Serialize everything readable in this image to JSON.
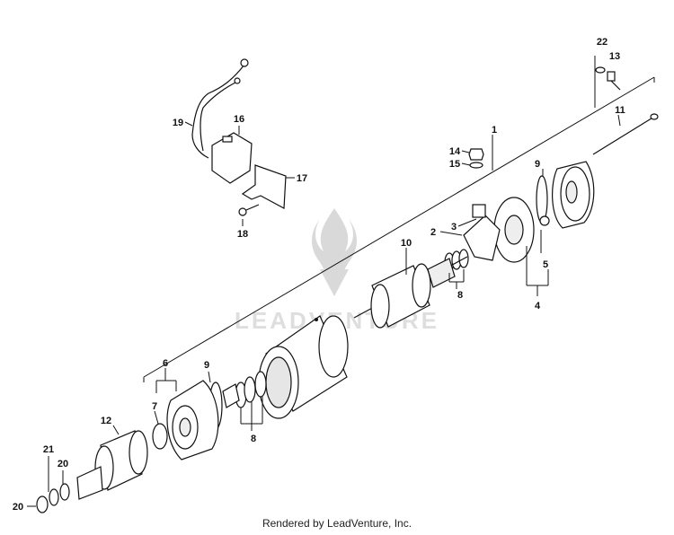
{
  "watermark": {
    "text": "LEADVENTURE",
    "icon": "flame-logo-icon"
  },
  "footer": {
    "text": "Rendered by LeadVenture, Inc."
  },
  "callouts": {
    "c1": "1",
    "c2": "2",
    "c3": "3",
    "c4": "4",
    "c5": "5",
    "c6": "6",
    "c7": "7",
    "c8a": "8",
    "c8b": "8",
    "c9a": "9",
    "c9b": "9",
    "c10": "10",
    "c11": "11",
    "c12": "12",
    "c13": "13",
    "c14": "14",
    "c15": "15",
    "c16": "16",
    "c17": "17",
    "c18": "18",
    "c19": "19",
    "c20a": "20",
    "c20b": "20",
    "c21": "21",
    "c22": "22"
  }
}
